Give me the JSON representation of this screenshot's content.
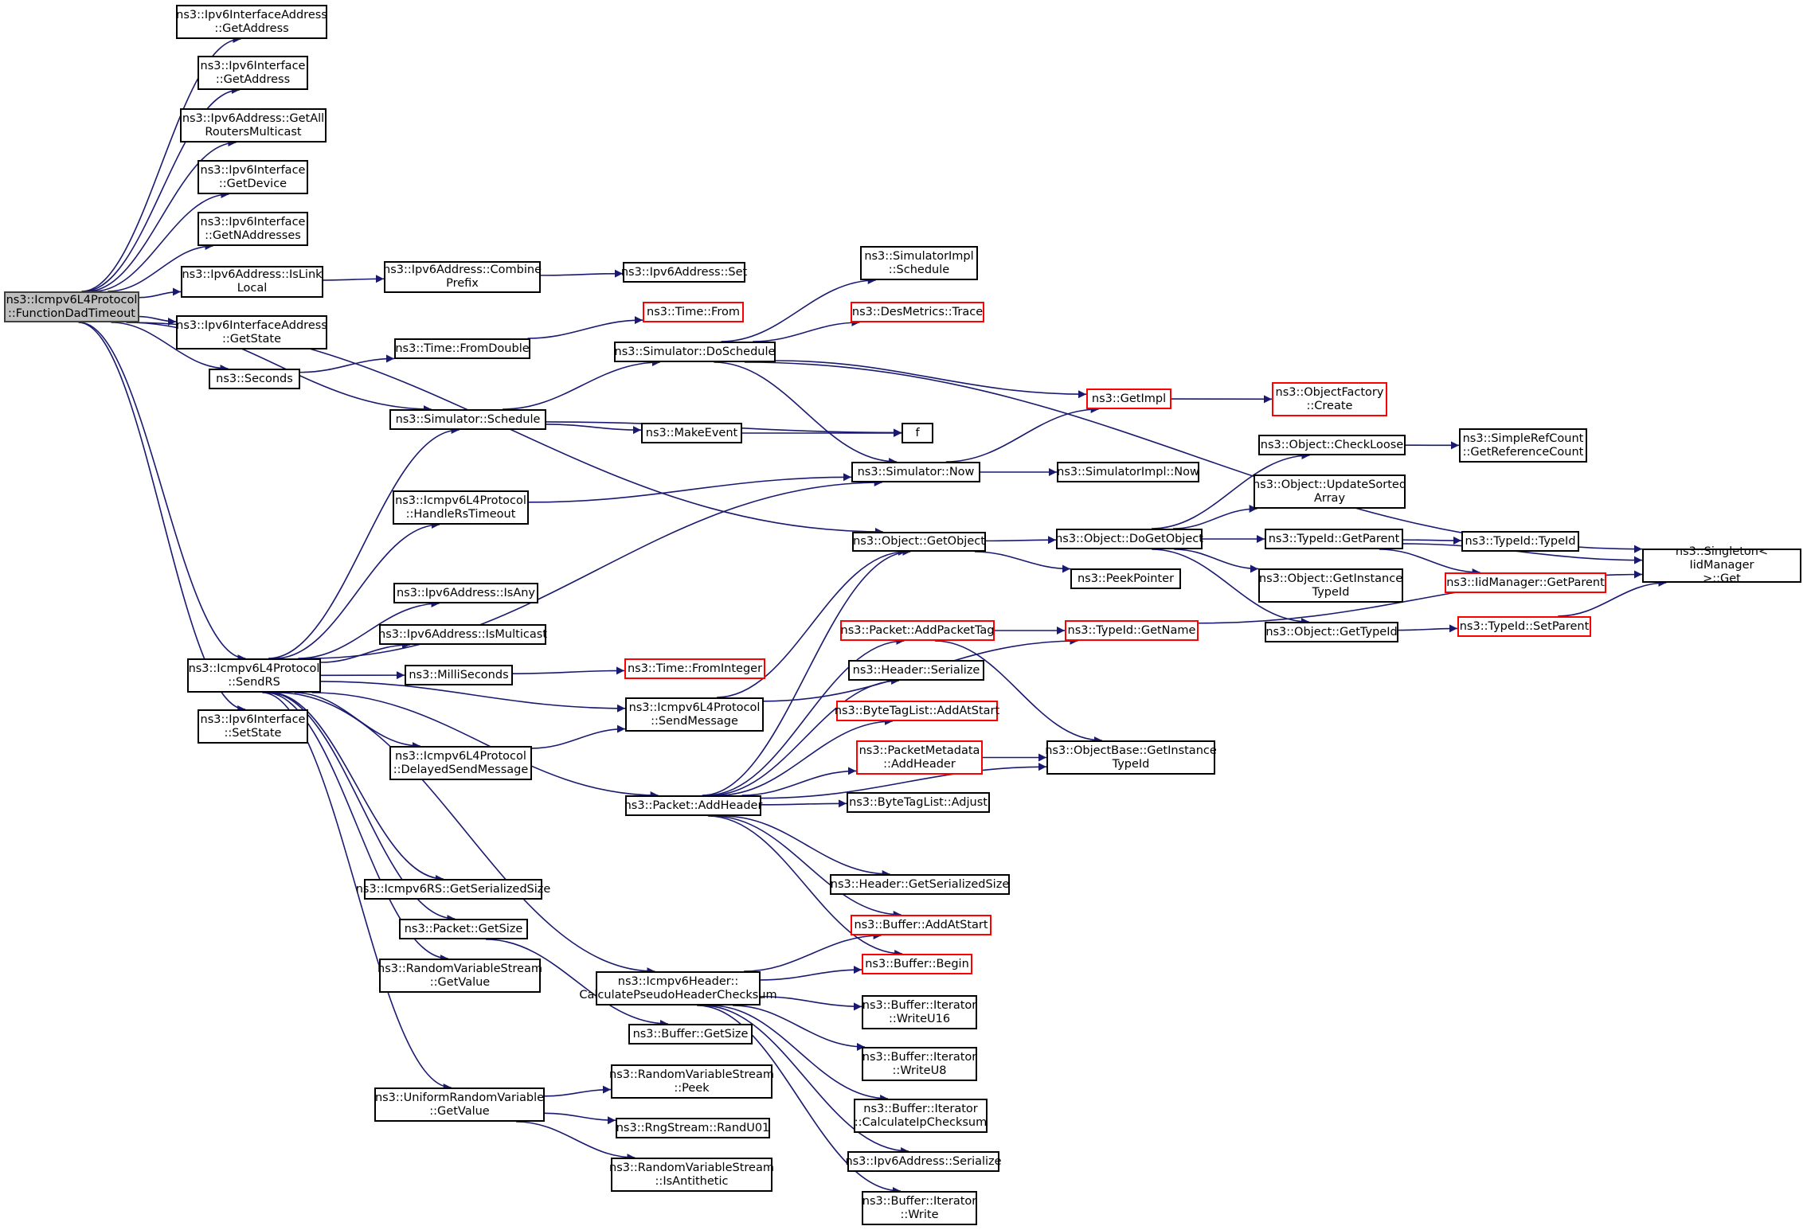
{
  "title": "Call graph of ns3::Icmpv6L4Protocol::FunctionDadTimeout",
  "colors": {
    "edge": "#191970",
    "node_border": "#000000",
    "external_border": "#ff0000",
    "root_fill": "#bfbfbf"
  },
  "nodes": [
    {
      "id": "root",
      "label": "ns3::Icmpv6L4Protocol\n::FunctionDadTimeout",
      "kind": "root"
    },
    {
      "id": "ifaddr_getaddress",
      "label": "ns3::Ipv6InterfaceAddress\n::GetAddress",
      "kind": "normal"
    },
    {
      "id": "iface_getaddress",
      "label": "ns3::Ipv6Interface\n::GetAddress",
      "kind": "normal"
    },
    {
      "id": "getallrouters",
      "label": "ns3::Ipv6Address::GetAll\nRoutersMulticast",
      "kind": "normal"
    },
    {
      "id": "iface_getdevice",
      "label": "ns3::Ipv6Interface\n::GetDevice",
      "kind": "normal"
    },
    {
      "id": "iface_getnaddr",
      "label": "ns3::Ipv6Interface\n::GetNAddresses",
      "kind": "normal"
    },
    {
      "id": "islinklocal",
      "label": "ns3::Ipv6Address::IsLink\nLocal",
      "kind": "normal"
    },
    {
      "id": "ifaddr_getstate",
      "label": "ns3::Ipv6InterfaceAddress\n::GetState",
      "kind": "normal"
    },
    {
      "id": "seconds",
      "label": "ns3::Seconds",
      "kind": "normal"
    },
    {
      "id": "combineprefix",
      "label": "ns3::Ipv6Address::Combine\nPrefix",
      "kind": "normal"
    },
    {
      "id": "addr_set",
      "label": "ns3::Ipv6Address::Set",
      "kind": "normal"
    },
    {
      "id": "time_from",
      "label": "ns3::Time::From",
      "kind": "external"
    },
    {
      "id": "time_fromdouble",
      "label": "ns3::Time::FromDouble",
      "kind": "normal"
    },
    {
      "id": "sim_doschedule",
      "label": "ns3::Simulator::DoSchedule",
      "kind": "normal"
    },
    {
      "id": "simimpl_schedule",
      "label": "ns3::SimulatorImpl\n::Schedule",
      "kind": "normal"
    },
    {
      "id": "desmetrics_trace",
      "label": "ns3::DesMetrics::Trace",
      "kind": "external"
    },
    {
      "id": "sim_schedule",
      "label": "ns3::Simulator::Schedule",
      "kind": "normal"
    },
    {
      "id": "makeevent",
      "label": "ns3::MakeEvent",
      "kind": "normal"
    },
    {
      "id": "f",
      "label": "f",
      "kind": "normal"
    },
    {
      "id": "getimpl",
      "label": "ns3::GetImpl",
      "kind": "external"
    },
    {
      "id": "objfactory_create",
      "label": "ns3::ObjectFactory\n::Create",
      "kind": "external"
    },
    {
      "id": "sim_now",
      "label": "ns3::Simulator::Now",
      "kind": "normal"
    },
    {
      "id": "simimpl_now",
      "label": "ns3::SimulatorImpl::Now",
      "kind": "normal"
    },
    {
      "id": "handlerstimeout",
      "label": "ns3::Icmpv6L4Protocol\n::HandleRsTimeout",
      "kind": "normal"
    },
    {
      "id": "obj_getobject",
      "label": "ns3::Object::GetObject",
      "kind": "normal"
    },
    {
      "id": "obj_dogetobject",
      "label": "ns3::Object::DoGetObject",
      "kind": "normal"
    },
    {
      "id": "peekpointer",
      "label": "ns3::PeekPointer",
      "kind": "normal"
    },
    {
      "id": "obj_checkloose",
      "label": "ns3::Object::CheckLoose",
      "kind": "normal"
    },
    {
      "id": "simplerefcount",
      "label": "ns3::SimpleRefCount\n::GetReferenceCount",
      "kind": "normal"
    },
    {
      "id": "obj_updatesorted",
      "label": "ns3::Object::UpdateSorted\nArray",
      "kind": "normal"
    },
    {
      "id": "typeid_getparent",
      "label": "ns3::TypeId::GetParent",
      "kind": "normal"
    },
    {
      "id": "typeid_typeid",
      "label": "ns3::TypeId::TypeId",
      "kind": "normal"
    },
    {
      "id": "iidmgr_getparent",
      "label": "ns3::IidManager::GetParent",
      "kind": "external"
    },
    {
      "id": "obj_getinstancetypeid",
      "label": "ns3::Object::GetInstance\nTypeId",
      "kind": "normal"
    },
    {
      "id": "obj_gettypeid",
      "label": "ns3::Object::GetTypeId",
      "kind": "normal"
    },
    {
      "id": "typeid_setparent",
      "label": "ns3::TypeId::SetParent",
      "kind": "external"
    },
    {
      "id": "singleton_get",
      "label": "ns3::Singleton< IidManager\n>::Get",
      "kind": "normal"
    },
    {
      "id": "addr_isany",
      "label": "ns3::Ipv6Address::IsAny",
      "kind": "normal"
    },
    {
      "id": "addr_ismulticast",
      "label": "ns3::Ipv6Address::IsMulticast",
      "kind": "normal"
    },
    {
      "id": "sendrs",
      "label": "ns3::Icmpv6L4Protocol\n::SendRS",
      "kind": "normal"
    },
    {
      "id": "milliseconds",
      "label": "ns3::MilliSeconds",
      "kind": "normal"
    },
    {
      "id": "time_frominteger",
      "label": "ns3::Time::FromInteger",
      "kind": "external"
    },
    {
      "id": "sendmessage",
      "label": "ns3::Icmpv6L4Protocol\n::SendMessage",
      "kind": "normal"
    },
    {
      "id": "delayedsend",
      "label": "ns3::Icmpv6L4Protocol\n::DelayedSendMessage",
      "kind": "normal"
    },
    {
      "id": "addpackettag",
      "label": "ns3::Packet::AddPacketTag",
      "kind": "external"
    },
    {
      "id": "typeid_getname",
      "label": "ns3::TypeId::GetName",
      "kind": "external"
    },
    {
      "id": "header_serialize",
      "label": "ns3::Header::Serialize",
      "kind": "normal"
    },
    {
      "id": "bytetag_addatstart",
      "label": "ns3::ByteTagList::AddAtStart",
      "kind": "external"
    },
    {
      "id": "pktmeta_addheader",
      "label": "ns3::PacketMetadata\n::AddHeader",
      "kind": "external"
    },
    {
      "id": "objbase_getinstancetypeid",
      "label": "ns3::ObjectBase::GetInstance\nTypeId",
      "kind": "normal"
    },
    {
      "id": "bytetag_adjust",
      "label": "ns3::ByteTagList::Adjust",
      "kind": "normal"
    },
    {
      "id": "packet_addheader",
      "label": "ns3::Packet::AddHeader",
      "kind": "normal"
    },
    {
      "id": "header_getsersize",
      "label": "ns3::Header::GetSerializedSize",
      "kind": "normal"
    },
    {
      "id": "buffer_addatstart",
      "label": "ns3::Buffer::AddAtStart",
      "kind": "external"
    },
    {
      "id": "buffer_begin",
      "label": "ns3::Buffer::Begin",
      "kind": "external"
    },
    {
      "id": "rs_getsersize",
      "label": "ns3::Icmpv6RS::GetSerializedSize",
      "kind": "normal"
    },
    {
      "id": "packet_getsize",
      "label": "ns3::Packet::GetSize",
      "kind": "normal"
    },
    {
      "id": "rvs_getvalue",
      "label": "ns3::RandomVariableStream\n::GetValue",
      "kind": "normal"
    },
    {
      "id": "pseudochecksum",
      "label": "ns3::Icmpv6Header::\nCalculatePseudoHeaderChecksum",
      "kind": "normal"
    },
    {
      "id": "buffer_getsize",
      "label": "ns3::Buffer::GetSize",
      "kind": "normal"
    },
    {
      "id": "iter_writeu16",
      "label": "ns3::Buffer::Iterator\n::WriteU16",
      "kind": "normal"
    },
    {
      "id": "iter_writeu8",
      "label": "ns3::Buffer::Iterator\n::WriteU8",
      "kind": "normal"
    },
    {
      "id": "iter_calcipchecksum",
      "label": "ns3::Buffer::Iterator\n::CalculateIpChecksum",
      "kind": "normal"
    },
    {
      "id": "addr_serialize",
      "label": "ns3::Ipv6Address::Serialize",
      "kind": "normal"
    },
    {
      "id": "iter_write",
      "label": "ns3::Buffer::Iterator\n::Write",
      "kind": "normal"
    },
    {
      "id": "urv_getvalue",
      "label": "ns3::UniformRandomVariable\n::GetValue",
      "kind": "normal"
    },
    {
      "id": "rvs_peek",
      "label": "ns3::RandomVariableStream\n::Peek",
      "kind": "normal"
    },
    {
      "id": "randu01",
      "label": "ns3::RngStream::RandU01",
      "kind": "normal"
    },
    {
      "id": "rvs_isantithetic",
      "label": "ns3::RandomVariableStream\n::IsAntithetic",
      "kind": "normal"
    },
    {
      "id": "iface_setstate",
      "label": "ns3::Ipv6Interface\n::SetState",
      "kind": "normal"
    }
  ],
  "edges": [
    [
      "root",
      "ifaddr_getaddress"
    ],
    [
      "root",
      "iface_getaddress"
    ],
    [
      "root",
      "getallrouters"
    ],
    [
      "root",
      "iface_getdevice"
    ],
    [
      "root",
      "iface_getnaddr"
    ],
    [
      "root",
      "islinklocal"
    ],
    [
      "root",
      "ifaddr_getstate"
    ],
    [
      "root",
      "seconds"
    ],
    [
      "root",
      "sim_schedule"
    ],
    [
      "root",
      "obj_getobject"
    ],
    [
      "root",
      "sendrs"
    ],
    [
      "root",
      "iface_setstate"
    ],
    [
      "islinklocal",
      "combineprefix"
    ],
    [
      "combineprefix",
      "addr_set"
    ],
    [
      "seconds",
      "time_fromdouble"
    ],
    [
      "time_fromdouble",
      "time_from"
    ],
    [
      "sim_schedule",
      "sim_doschedule"
    ],
    [
      "sim_schedule",
      "f"
    ],
    [
      "sim_schedule",
      "makeevent"
    ],
    [
      "makeevent",
      "f"
    ],
    [
      "sim_doschedule",
      "simimpl_schedule"
    ],
    [
      "sim_doschedule",
      "desmetrics_trace"
    ],
    [
      "sim_doschedule",
      "singleton_get"
    ],
    [
      "sim_doschedule",
      "getimpl"
    ],
    [
      "sim_doschedule",
      "sim_now"
    ],
    [
      "getimpl",
      "objfactory_create"
    ],
    [
      "sim_now",
      "getimpl"
    ],
    [
      "sim_now",
      "simimpl_now"
    ],
    [
      "handlerstimeout",
      "sim_now"
    ],
    [
      "obj_getobject",
      "obj_dogetobject"
    ],
    [
      "obj_getobject",
      "peekpointer"
    ],
    [
      "obj_dogetobject",
      "obj_checkloose"
    ],
    [
      "obj_dogetobject",
      "obj_updatesorted"
    ],
    [
      "obj_dogetobject",
      "typeid_getparent"
    ],
    [
      "obj_dogetobject",
      "obj_getinstancetypeid"
    ],
    [
      "obj_dogetobject",
      "obj_gettypeid"
    ],
    [
      "obj_checkloose",
      "simplerefcount"
    ],
    [
      "typeid_getparent",
      "typeid_typeid"
    ],
    [
      "typeid_getparent",
      "iidmgr_getparent"
    ],
    [
      "typeid_getparent",
      "singleton_get"
    ],
    [
      "obj_gettypeid",
      "typeid_setparent"
    ],
    [
      "typeid_setparent",
      "singleton_get"
    ],
    [
      "typeid_getname",
      "singleton_get"
    ],
    [
      "sendrs",
      "sim_schedule"
    ],
    [
      "sendrs",
      "handlerstimeout"
    ],
    [
      "sendrs",
      "sim_now"
    ],
    [
      "sendrs",
      "addr_isany"
    ],
    [
      "sendrs",
      "addr_ismulticast"
    ],
    [
      "sendrs",
      "milliseconds"
    ],
    [
      "sendrs",
      "sendmessage"
    ],
    [
      "sendrs",
      "delayedsend"
    ],
    [
      "sendrs",
      "packet_addheader"
    ],
    [
      "sendrs",
      "pseudochecksum"
    ],
    [
      "sendrs",
      "rs_getsersize"
    ],
    [
      "sendrs",
      "packet_getsize"
    ],
    [
      "sendrs",
      "rvs_getvalue"
    ],
    [
      "sendrs",
      "urv_getvalue"
    ],
    [
      "milliseconds",
      "time_frominteger"
    ],
    [
      "delayedsend",
      "sendmessage"
    ],
    [
      "sendmessage",
      "obj_getobject"
    ],
    [
      "sendmessage",
      "typeid_getname"
    ],
    [
      "packet_addheader",
      "obj_getobject"
    ],
    [
      "packet_addheader",
      "addpackettag"
    ],
    [
      "packet_addheader",
      "header_serialize"
    ],
    [
      "packet_addheader",
      "bytetag_addatstart"
    ],
    [
      "packet_addheader",
      "pktmeta_addheader"
    ],
    [
      "packet_addheader",
      "bytetag_adjust"
    ],
    [
      "packet_addheader",
      "objbase_getinstancetypeid"
    ],
    [
      "packet_addheader",
      "header_getsersize"
    ],
    [
      "packet_addheader",
      "buffer_addatstart"
    ],
    [
      "packet_addheader",
      "buffer_begin"
    ],
    [
      "addpackettag",
      "typeid_getname"
    ],
    [
      "addpackettag",
      "objbase_getinstancetypeid"
    ],
    [
      "pktmeta_addheader",
      "objbase_getinstancetypeid"
    ],
    [
      "packet_getsize",
      "buffer_getsize"
    ],
    [
      "pseudochecksum",
      "buffer_addatstart"
    ],
    [
      "pseudochecksum",
      "buffer_begin"
    ],
    [
      "pseudochecksum",
      "iter_writeu16"
    ],
    [
      "pseudochecksum",
      "iter_writeu8"
    ],
    [
      "pseudochecksum",
      "iter_calcipchecksum"
    ],
    [
      "pseudochecksum",
      "addr_serialize"
    ],
    [
      "pseudochecksum",
      "iter_write"
    ],
    [
      "urv_getvalue",
      "rvs_peek"
    ],
    [
      "urv_getvalue",
      "randu01"
    ],
    [
      "urv_getvalue",
      "rvs_isantithetic"
    ]
  ]
}
